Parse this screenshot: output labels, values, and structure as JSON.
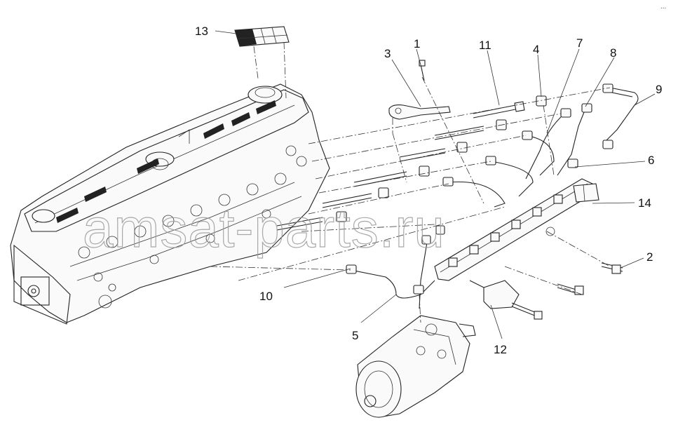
{
  "watermark": "amsat-parts.ru",
  "corner_mark": "...",
  "callouts": [
    "1",
    "2",
    "3",
    "4",
    "5",
    "6",
    "7",
    "8",
    "9",
    "10",
    "11",
    "12",
    "13",
    "14"
  ]
}
